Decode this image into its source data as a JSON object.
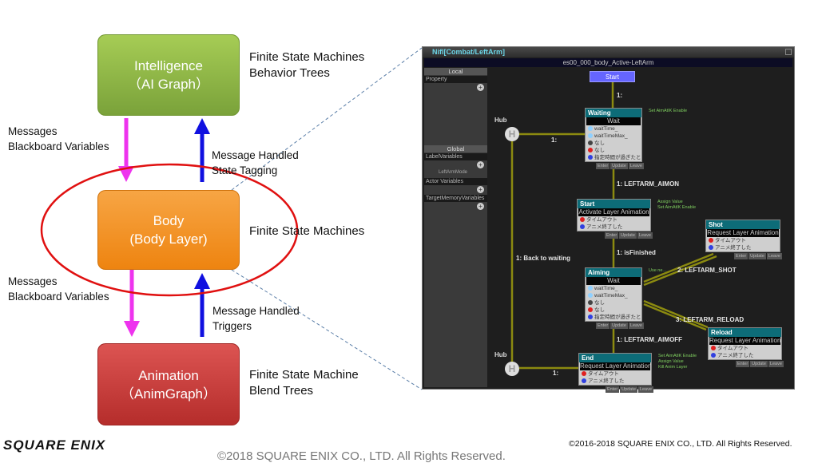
{
  "layers": [
    {
      "title": "Intelligence",
      "subtitle": "（AI Graph）",
      "desc1": "Finite State Machines",
      "desc2": "Behavior Trees"
    },
    {
      "title": "Body",
      "subtitle": "(Body Layer)",
      "desc1": "Finite State Machines"
    },
    {
      "title": "Animation",
      "subtitle": "（AnimGraph）",
      "desc1": "Finite State Machine",
      "desc2": "Blend Trees"
    }
  ],
  "arrows": {
    "down1": [
      "Messages",
      "Blackboard Variables"
    ],
    "up1": [
      "Message Handled",
      "State Tagging"
    ],
    "down2": [
      "Messages",
      "Blackboard Variables"
    ],
    "up2": [
      "Message Handled",
      "Triggers"
    ]
  },
  "editor": {
    "window_title": "Nifl[Combat/LeftArm]",
    "graph_title": "es00_000_body_Active-LeftArm",
    "local_header": "Local",
    "property": "Property",
    "global_header": "Global",
    "label_vars": "LabelVariables",
    "left_arm_mode": "LeftArmMode",
    "actor_vars": "Actor Variables",
    "target_vars": "TargetMemoryVariables",
    "start_button": "Start",
    "hub": "Hub",
    "hub_glyph": "H",
    "node_buttons": [
      "Enter",
      "Update",
      "Leave"
    ],
    "nodes": {
      "waiting": {
        "title": "Waiting",
        "sub": "Wait",
        "rows": [
          "waitTime_",
          "waitTimeMax_",
          "なし",
          "なし",
          "指定時間が過ぎたとき"
        ],
        "note": "Set AimAtIK Enable"
      },
      "start": {
        "title": "Start",
        "sub": "Activate Layer Animation",
        "rows": [
          "タイムアウト",
          "アニメ終了した"
        ],
        "note": "Assign Value\nSet AimAtIK Enable"
      },
      "shot": {
        "title": "Shot",
        "sub": "Request Layer Animation",
        "rows": [
          "タイムアウト",
          "アニメ終了した"
        ]
      },
      "aiming": {
        "title": "Aiming",
        "sub": "Wait",
        "rows": [
          "waitTime_",
          "waitTimeMax_",
          "なし",
          "なし",
          "指定時間が過ぎたとき"
        ],
        "note": "Use ne..."
      },
      "reload": {
        "title": "Reload",
        "sub": "Request Layer Animation",
        "rows": [
          "タイムアウト",
          "アニメ終了した"
        ]
      },
      "end": {
        "title": "End",
        "sub": "Request Layer Animation",
        "rows": [
          "タイムアウト",
          "アニメ終了した"
        ],
        "note": "Set AimAtIK Enable\nAssign Value\nKill Anim Layer"
      }
    },
    "transitions": {
      "t_start": "1:",
      "t_hub": "1:",
      "aimon": "1: LEFTARM_AIMON",
      "finished": "1: isFinished",
      "back": "1: Back to waiting",
      "shot": "2: LEFTARM_SHOT",
      "reload": "3: LEFTARM_RELOAD",
      "aimoff": "1: LEFTARM_AIMOFF",
      "end_hub": "1:"
    }
  },
  "footer": {
    "logo": "SQUARE ENIX",
    "copyright_right": "©2016-2018 SQUARE ENIX CO., LTD. All Rights Reserved.",
    "copyright_center": "©2018 SQUARE ENIX CO., LTD. All Rights Reserved."
  }
}
